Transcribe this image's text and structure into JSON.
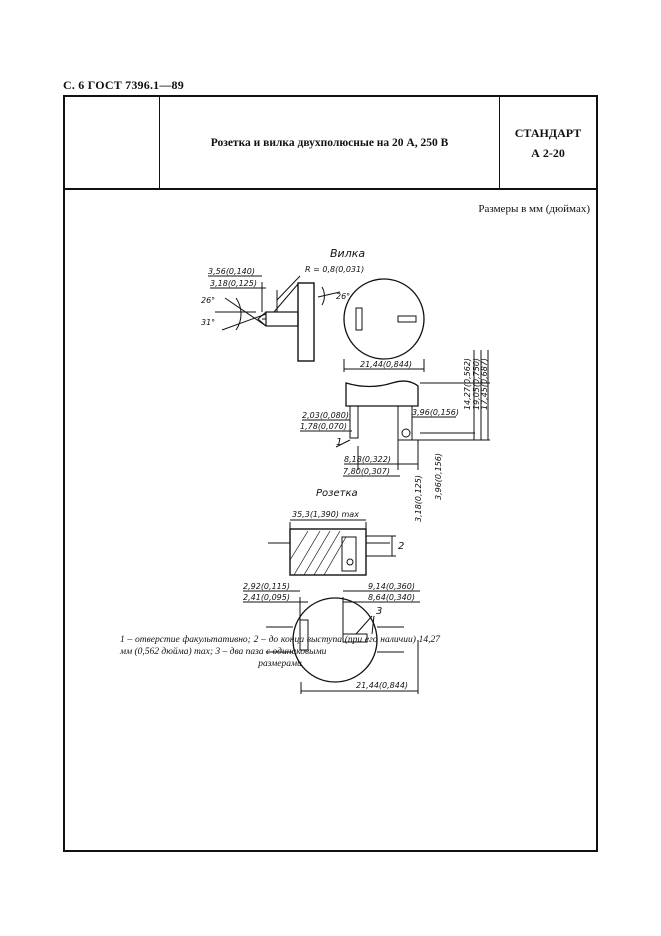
{
  "page_header": "С. 6 ГОСТ 7396.1—89",
  "title": "Розетка и вилка двухполюсные на 20 А, 250 В",
  "standard": {
    "label": "СТАНДАРТ",
    "code": "А 2-20"
  },
  "units_note": "Размеры в мм (дюймах)",
  "drawing": {
    "plug_title": "Вилка",
    "socket_title": "Розетка",
    "dims": {
      "d1": "3,56(0,140)",
      "d2": "3,18(0,125)",
      "radius": "R = 0,8(0,031)",
      "angle1": "26°",
      "angle2": "26°",
      "angle3": "31°",
      "diam": "21,44(0,844)",
      "h1": "14,27(0,562)",
      "h2": "19,05(0,750)",
      "h3": "17,45(0,687)",
      "pin1": "2,03(0,080)",
      "pin2": "1,78(0,070)",
      "pin3": "3,96(0,156)",
      "len1": "8,18(0,322)",
      "len2": "7,80(0,307)",
      "v1": "3,18(0,125)",
      "v2": "3,96(0,156)",
      "sock_len": "35,3(1,390) max",
      "s1": "2,92(0,115)",
      "s2": "2,41(0,095)",
      "s3": "9,14(0,360)",
      "s4": "8,64(0,340)",
      "sock_diam": "21,44(0,844)",
      "mark1": "1",
      "mark2": "2",
      "mark3": "3"
    }
  },
  "legend": {
    "line1": "1 – отверстие факультативно; 2 – до конца выступа (при его наличии) 14,27 мм (0,562 дюйма) max; 3 – два паза с одинаковыми",
    "line2": "размерами"
  }
}
